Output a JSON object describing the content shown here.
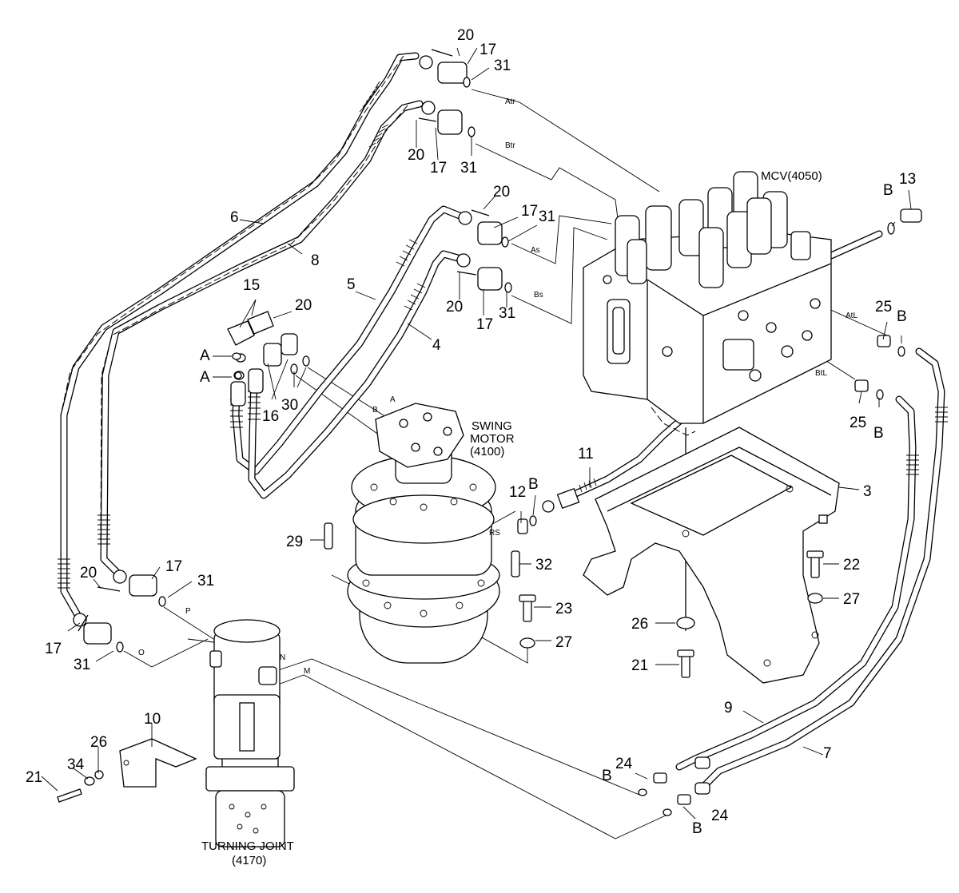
{
  "callouts": {
    "n20a": "20",
    "n17a": "17",
    "n31a": "31",
    "n20b": "20",
    "n17b": "17",
    "n31b": "31",
    "n20c": "20",
    "n17c": "17",
    "n31c": "31",
    "n20d": "20",
    "n17d": "17",
    "n31d": "31",
    "n6": "6",
    "n8": "8",
    "n5": "5",
    "n4": "4",
    "n15": "15",
    "n20e": "20",
    "n16": "16",
    "n30": "30",
    "n13": "13",
    "n25a": "25",
    "n25b": "25",
    "n11": "11",
    "n12": "12",
    "n3": "3",
    "n29": "29",
    "n32": "32",
    "n23": "23",
    "n27a": "27",
    "n22": "22",
    "n27b": "27",
    "n26a": "26",
    "n21a": "21",
    "n20f": "20",
    "n17e": "17",
    "n31e": "31",
    "n17f": "17",
    "n31f": "31",
    "n10": "10",
    "n34": "34",
    "n26b": "26",
    "n21b": "21",
    "n9": "9",
    "n7": "7",
    "n24a": "24",
    "n24b": "24"
  },
  "markers": {
    "A1": "A",
    "A2": "A",
    "B1": "B",
    "B2": "B",
    "B3": "B",
    "B4": "B",
    "B5": "B",
    "B6": "B"
  },
  "ports": {
    "atr": "Atr",
    "btr": "Btr",
    "as": "As",
    "bs": "Bs",
    "atl": "AtL",
    "btl": "BtL",
    "a": "A",
    "b": "B",
    "rs": "RS",
    "p": "P",
    "o": "O",
    "n": "N",
    "m": "M"
  },
  "components": {
    "mcv": "MCV(4050)",
    "swing_1": "SWING",
    "swing_2": "MOTOR",
    "swing_3": "(4100)",
    "tj_1": "TURNING JOINT",
    "tj_2": "(4170)"
  }
}
